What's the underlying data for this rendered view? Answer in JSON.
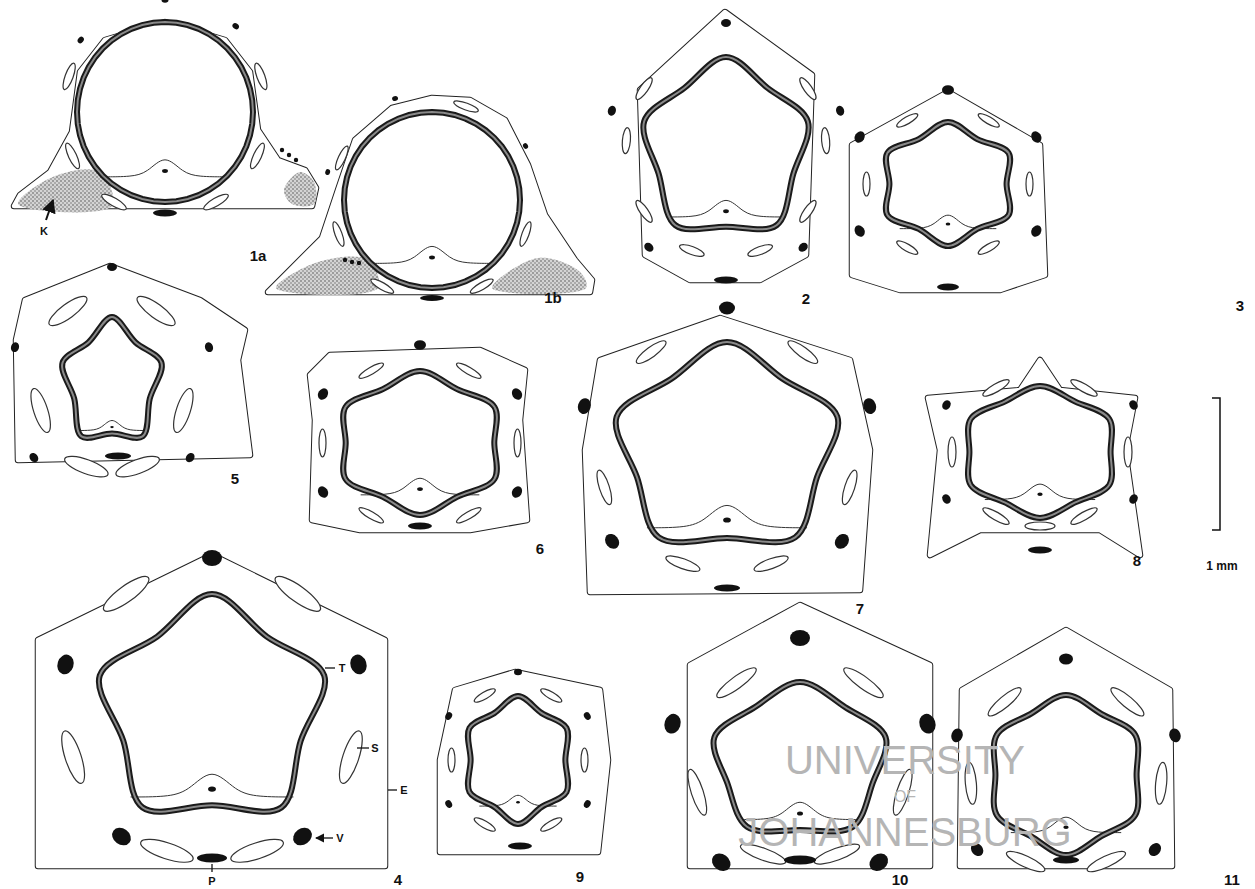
{
  "diagram": {
    "labels": [
      "1a",
      "K",
      "1b",
      "2",
      "3",
      "5",
      "6",
      "7",
      "8",
      "1 mm",
      "T",
      "S",
      "E",
      "V",
      "P",
      "4",
      "9",
      "10",
      "11",
      "UNIVERSITY",
      "OF",
      "JOHANNESBURG"
    ]
  }
}
